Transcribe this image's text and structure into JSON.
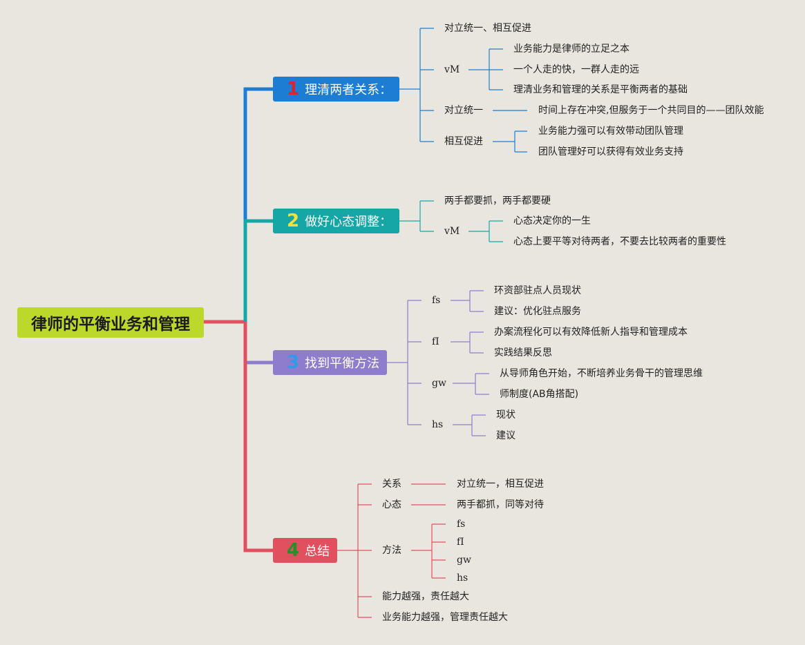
{
  "root": {
    "label": "律师的平衡业务和管理"
  },
  "branches": [
    {
      "num": "1",
      "label": "理清两者关系：",
      "color": "#1c7dd2"
    },
    {
      "num": "2",
      "label": "做好心态调整：",
      "color": "#16a6a6"
    },
    {
      "num": "3",
      "label": "找到平衡方法",
      "color": "#8e7ccd"
    },
    {
      "num": "4",
      "label": "总结",
      "color": "#e0505e"
    }
  ],
  "b1": {
    "items": [
      "对立统一、相互促进",
      "vM",
      "对立统一",
      "相互促进"
    ],
    "vm_children": [
      "业务能力是律师的立足之本",
      "一个人走的快，一群人走的远",
      "理清业务和管理的关系是平衡两者的基础"
    ],
    "dlty_child": "时间上存在冲突,但服务于一个共同目的——团队效能",
    "hxcj_children": [
      "业务能力强可以有效带动团队管理",
      "团队管理好可以获得有效业务支持"
    ]
  },
  "b2": {
    "items": [
      "两手都要抓，两手都要硬",
      "vM"
    ],
    "vm_children": [
      "心态决定你的一生",
      "心态上要平等对待两者，不要去比较两者的重要性"
    ]
  },
  "b3": {
    "items": [
      "fs",
      "fI",
      "gw",
      "hs"
    ],
    "fs_children": [
      "环资部驻点人员现状",
      "建议：优化驻点服务"
    ],
    "fi_children": [
      "办案流程化可以有效降低新人指导和管理成本",
      "实践结果反思"
    ],
    "gw_children": [
      "从导师角色开始，不断培养业务骨干的管理思维",
      "师制度(AB角搭配)"
    ],
    "hs_children": [
      "现状",
      "建议"
    ]
  },
  "b4": {
    "items": [
      "关系",
      "心态",
      "方法",
      "能力越强，责任越大",
      "业务能力越强，管理责任越大"
    ],
    "guanxi_child": "对立统一，相互促进",
    "xintai_child": "两手都抓，同等对待",
    "fangfa_children": [
      "fs",
      "fI",
      "gw",
      "hs"
    ]
  },
  "colors": {
    "background": "#e9e6df",
    "root": "#bcd82a"
  }
}
